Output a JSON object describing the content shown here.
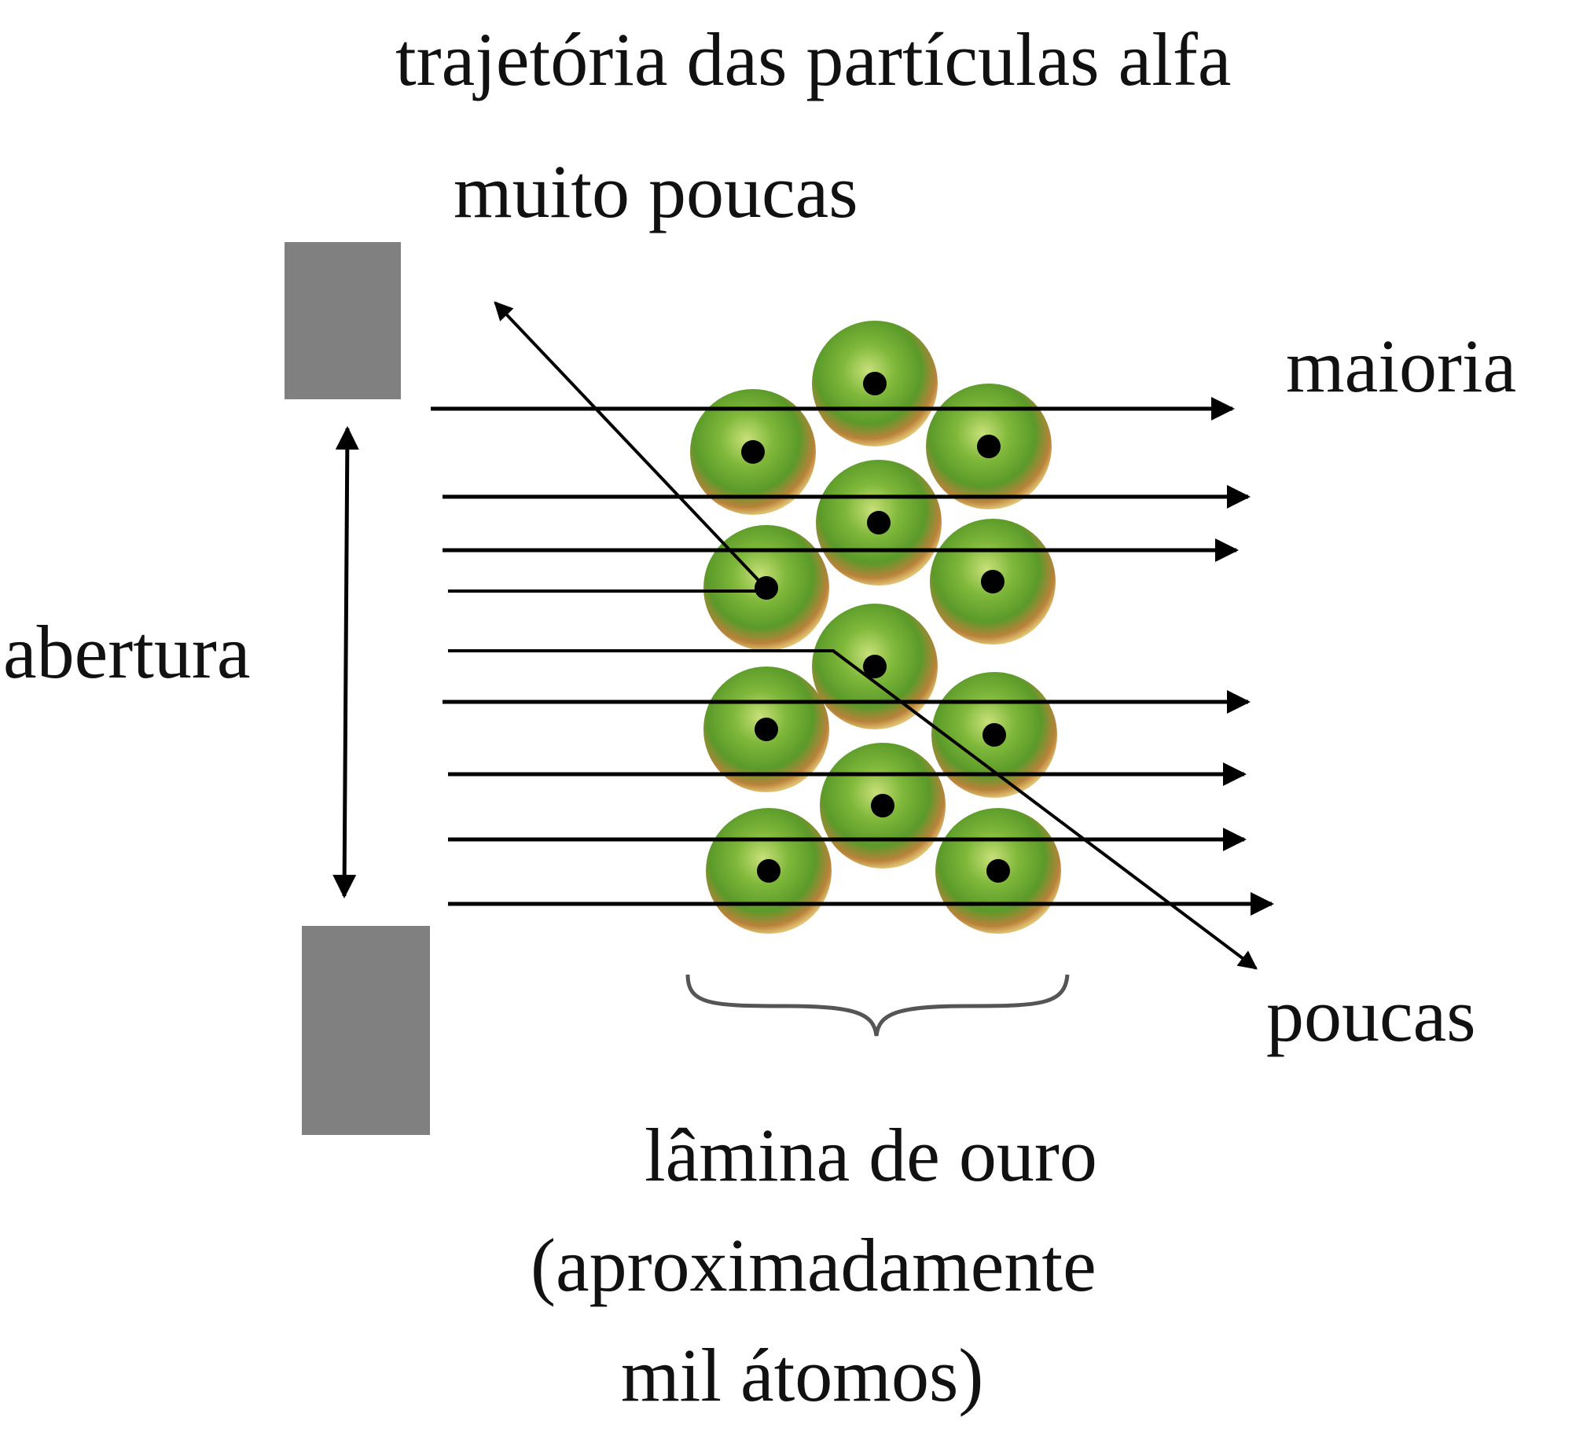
{
  "labels": {
    "title": "trajetória das partículas alfa",
    "muito_poucas": "muito poucas",
    "maioria": "maioria",
    "abertura": "abertura",
    "poucas": "poucas",
    "lamina_line1": "lâmina de ouro",
    "lamina_line2": "(aproximadamente",
    "lamina_line3": "mil átomos)"
  },
  "colors": {
    "aperture_block": "#808080",
    "atom_green": "#5aa02c",
    "atom_orange": "#c8842a",
    "nucleus": "#000000",
    "lines": "#000000",
    "brace": "#555555"
  }
}
